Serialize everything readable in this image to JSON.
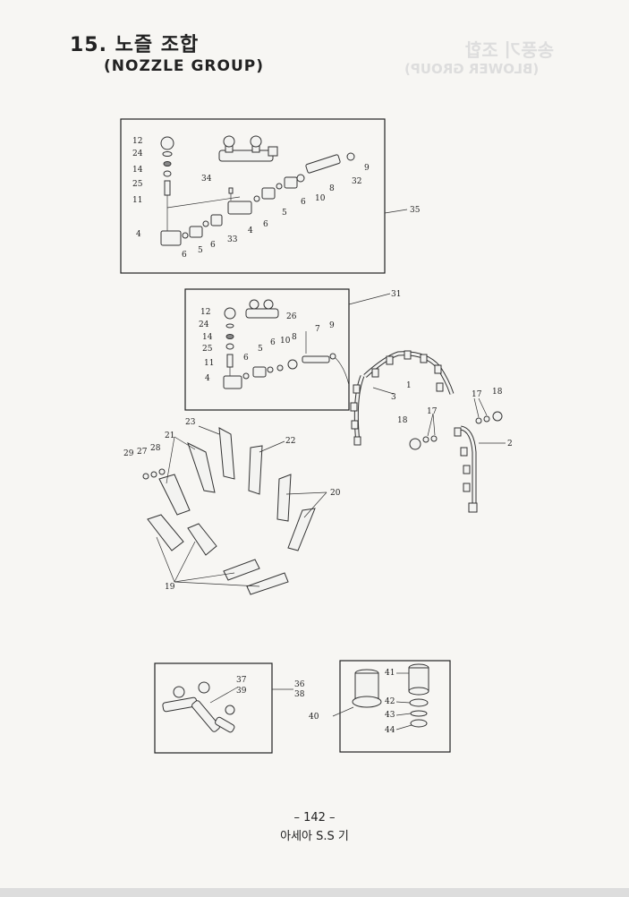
{
  "header": {
    "title_ko": "15. 노즐 조합",
    "title_en": "(NOZZLE GROUP)",
    "ghost_ko": "송풍기 조합",
    "ghost_en": "(BLOWER GROUP)"
  },
  "footer": {
    "page": "– 142 –",
    "brand": "아세아 S.S 기"
  },
  "callouts": {
    "n1": "1",
    "n2": "2",
    "n3": "3",
    "n4": "4",
    "n5": "5",
    "n6": "6",
    "n7": "7",
    "n8": "8",
    "n9": "9",
    "n10": "10",
    "n11": "11",
    "n12": "12",
    "n14": "14",
    "n17": "17",
    "n18": "18",
    "n19": "19",
    "n20": "20",
    "n21": "21",
    "n22": "22",
    "n23": "23",
    "n24": "24",
    "n25": "25",
    "n26": "26",
    "n27": "27",
    "n28": "28",
    "n29": "29",
    "n31": "31",
    "n32": "32",
    "n33": "33",
    "n34": "34",
    "n35": "35",
    "n36": "36",
    "n37": "37",
    "n38": "38",
    "n39": "39",
    "n40": "40",
    "n41": "41",
    "n42": "42",
    "n43": "43",
    "n44": "44"
  }
}
